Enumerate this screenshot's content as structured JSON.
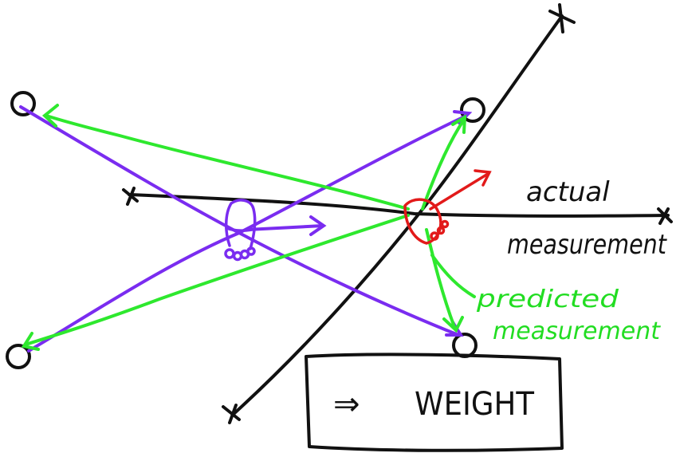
{
  "labels": {
    "actual_line1": "actual",
    "actual_line2": "measurement",
    "predicted_line1": "predicted",
    "predicted_line2": "measurement",
    "box_arrow": "⇒",
    "box_word": "WEIGHT"
  },
  "colors": {
    "ink": "#111111",
    "purple": "#7a2cf0",
    "green": "#2ee82e",
    "red": "#e21a1a"
  }
}
